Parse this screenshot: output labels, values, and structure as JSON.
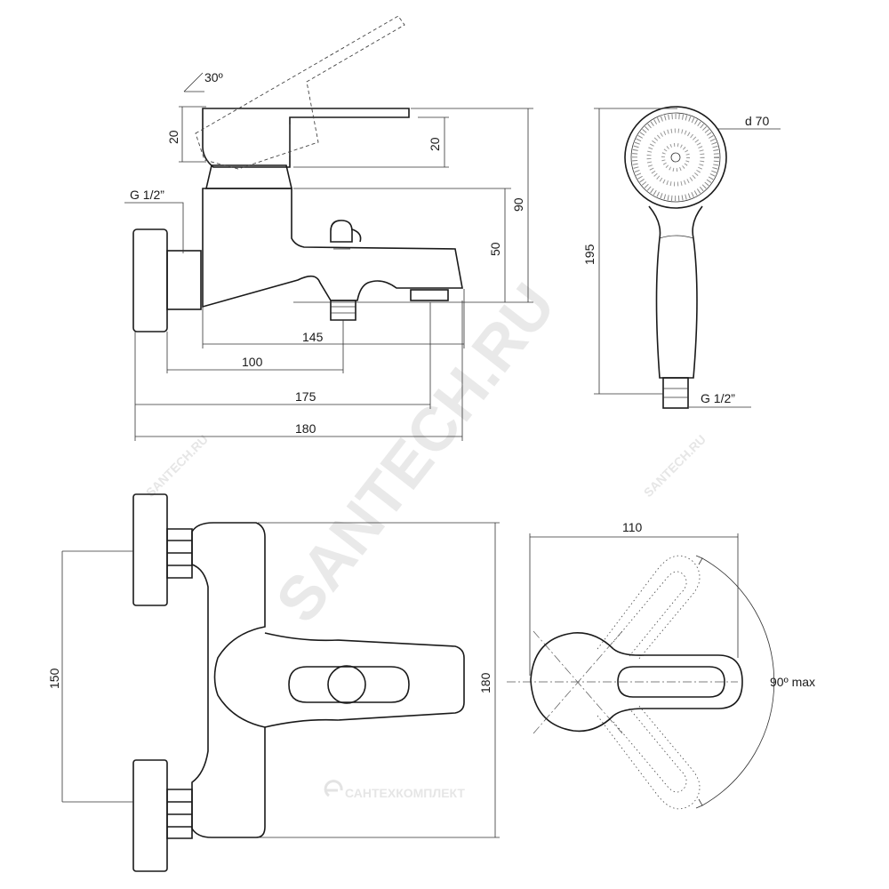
{
  "watermark": {
    "main": "SANTECH.RU",
    "small_1": "SANTECH.RU",
    "small_2": "SANTECH.RU",
    "brand": "САНТЕХКОМПЛЕКТ"
  },
  "side_view": {
    "angle": "30º",
    "handle_height_left": "20",
    "handle_height_right": "20",
    "thread_inlet": "G 1/2”",
    "height_total": "90",
    "height_spout": "50",
    "depth_145": "145",
    "depth_100": "100",
    "depth_175": "175",
    "depth_180": "180"
  },
  "shower_head": {
    "diameter": "d 70",
    "length": "195",
    "thread": "G 1/2”"
  },
  "front_view": {
    "inlet_spacing": "150",
    "height": "180"
  },
  "handle_view": {
    "width": "110",
    "rotation": "90º max"
  }
}
